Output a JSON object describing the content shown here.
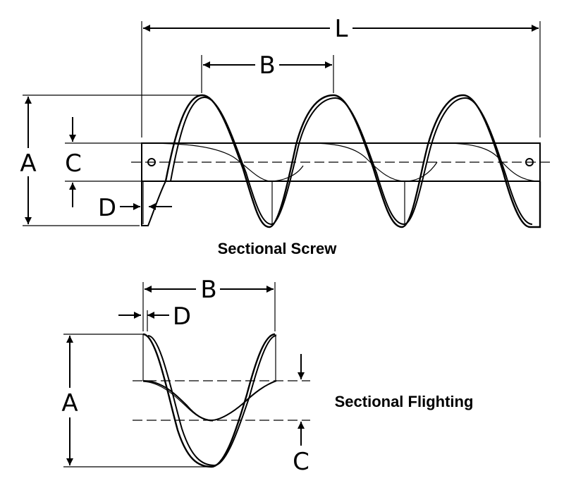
{
  "screw": {
    "caption": "Sectional Screw",
    "labels": {
      "L": "L",
      "B": "B",
      "A": "A",
      "C": "C",
      "D": "D"
    }
  },
  "flighting": {
    "caption": "Sectional Flighting",
    "labels": {
      "B": "B",
      "D": "D",
      "A": "A",
      "C": "C"
    }
  }
}
